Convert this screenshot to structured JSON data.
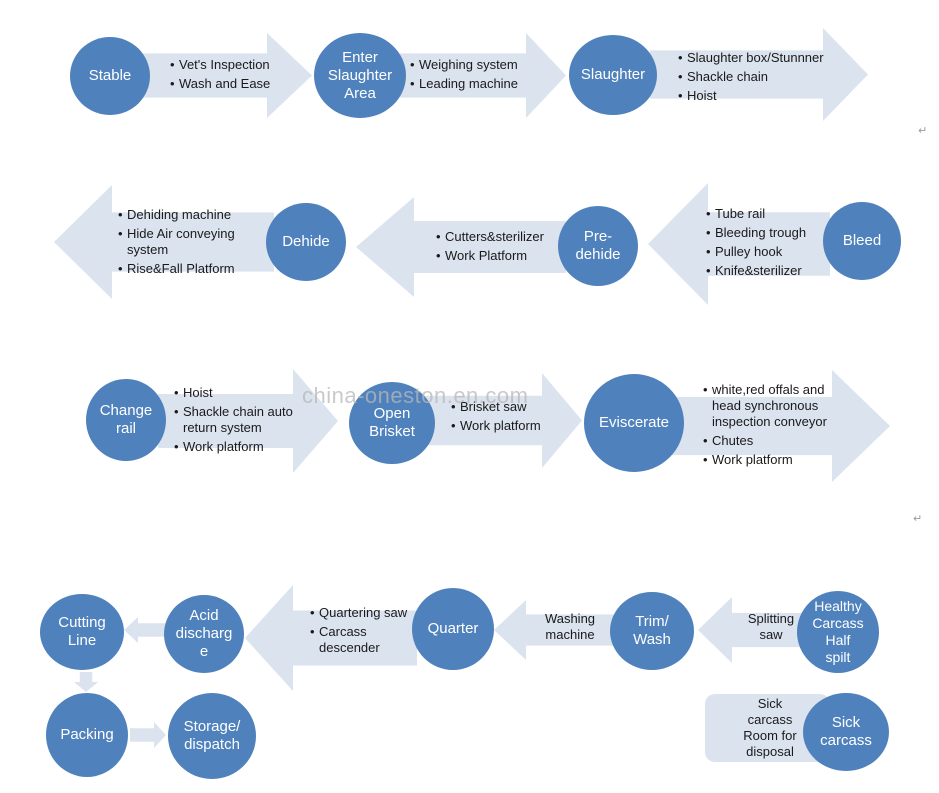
{
  "colors": {
    "node_fill": "#4f81bd",
    "arrow_fill": "#dbe3ef",
    "text": "#1a1a1a"
  },
  "watermark": "china-oneston.en.com",
  "paragraph_mark": "↵",
  "nodes": {
    "stable": "Stable",
    "enter_slaughter_area": "Enter\nSlaughter\nArea",
    "slaughter": "Slaughter",
    "bleed": "Bleed",
    "pre_dehide": "Pre-\ndehide",
    "dehide": "Dehide",
    "change_rail": "Change\nrail",
    "open_brisket": "Open\nBrisket",
    "eviscerate": "Eviscerate",
    "healthy_carcass_half_split": "Healthy\nCarcass\nHalf\nspilt",
    "trim_wash": "Trim/\nWash",
    "quarter": "Quarter",
    "acid_discharge": "Acid\ndischarg\ne",
    "cutting_line": "Cutting\nLine",
    "packing": "Packing",
    "storage_dispatch": "Storage/\ndispatch",
    "sick_carcass": "Sick\ncarcass"
  },
  "equipment": {
    "stable": [
      "Vet's Inspection",
      "Wash and Ease"
    ],
    "enter_slaughter_area": [
      "Weighing system",
      "Leading machine"
    ],
    "slaughter": [
      "Slaughter box/Stunnner",
      "Shackle chain",
      "Hoist"
    ],
    "bleed": [
      "Tube rail",
      "Bleeding trough",
      "Pulley hook",
      "Knife&sterilizer"
    ],
    "pre_dehide": [
      "Cutters&sterilizer",
      "Work Platform"
    ],
    "dehide": [
      "Dehiding machine",
      "Hide Air conveying system",
      "Rise&Fall Platform"
    ],
    "change_rail": [
      "Hoist",
      "Shackle chain auto return system",
      "Work platform"
    ],
    "open_brisket": [
      "Brisket saw",
      "Work platform"
    ],
    "eviscerate": [
      "white,red offals and head synchronous inspection conveyor",
      "Chutes",
      "Work platform"
    ],
    "healthy_carcass": "Splitting\nsaw",
    "trim_wash": "Washing\nmachine",
    "quarter": [
      "Quartering saw",
      "Carcass descender"
    ],
    "sick_carcass": "Sick\ncarcass\nRoom for\ndisposal"
  }
}
